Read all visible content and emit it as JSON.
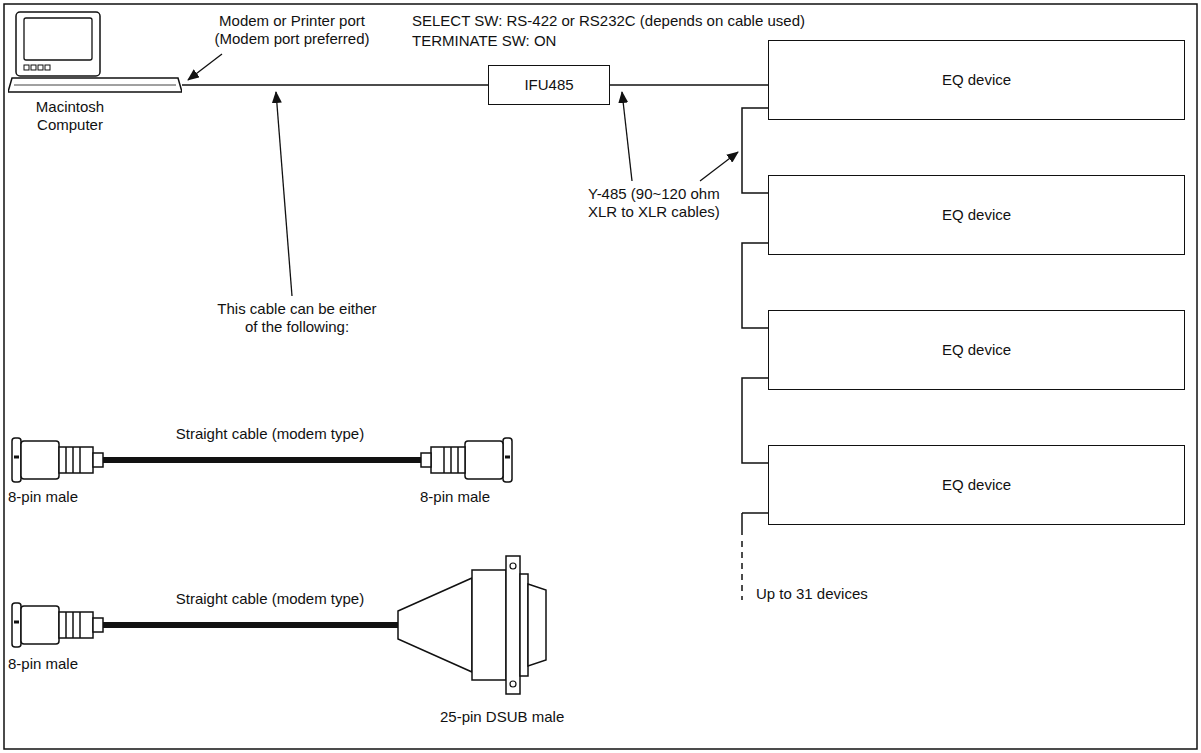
{
  "diagram": {
    "nodes": [
      {
        "text": [
          "Macintosh Computer"
        ]
      },
      {
        "text": [
          "IFU485"
        ]
      },
      {
        "text": [
          "EQ device"
        ]
      },
      {
        "text": [
          "EQ device"
        ]
      },
      {
        "text": [
          "EQ device"
        ]
      },
      {
        "text": [
          "EQ device"
        ]
      }
    ],
    "edges": [
      {
        "from": 0,
        "to": 1,
        "arrow": "none"
      },
      {
        "from": 1,
        "to": 2,
        "arrow": "none"
      },
      {
        "from": 2,
        "to": 3,
        "arrow": "none"
      },
      {
        "from": 3,
        "to": 4,
        "arrow": "none"
      },
      {
        "from": 4,
        "to": 5,
        "arrow": "none"
      }
    ],
    "labels": [
      "Modem or Printer port (Modem port preferred)",
      "SELECT SW: RS-422 or RS232C (depends on cable used)",
      "TERMINATE SW: ON",
      "Y-485 (90~120 ohm XLR to XLR cables)",
      "This cable can be either of the following:",
      "Straight cable (modem type)",
      "8-pin male",
      "8-pin male",
      "Straight cable (modem type)",
      "8-pin male",
      "25-pin DSUB male",
      "Up to 31 devices"
    ]
  }
}
